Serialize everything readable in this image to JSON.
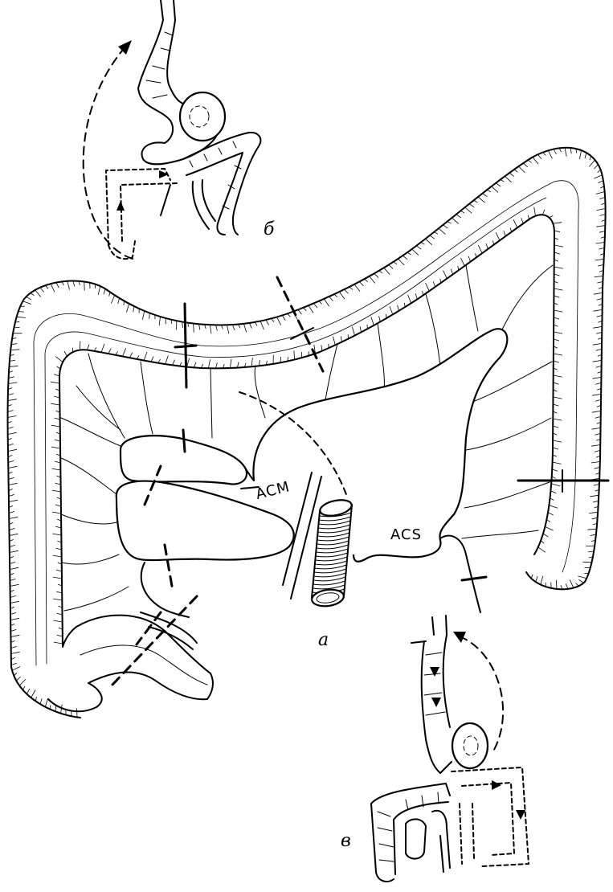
{
  "labels": {
    "fig_a": "a",
    "fig_b": "б",
    "fig_v": "в",
    "acm": "ACM",
    "acs": "ACS"
  },
  "colors": {
    "stroke": "#000000",
    "background": "#ffffff"
  }
}
